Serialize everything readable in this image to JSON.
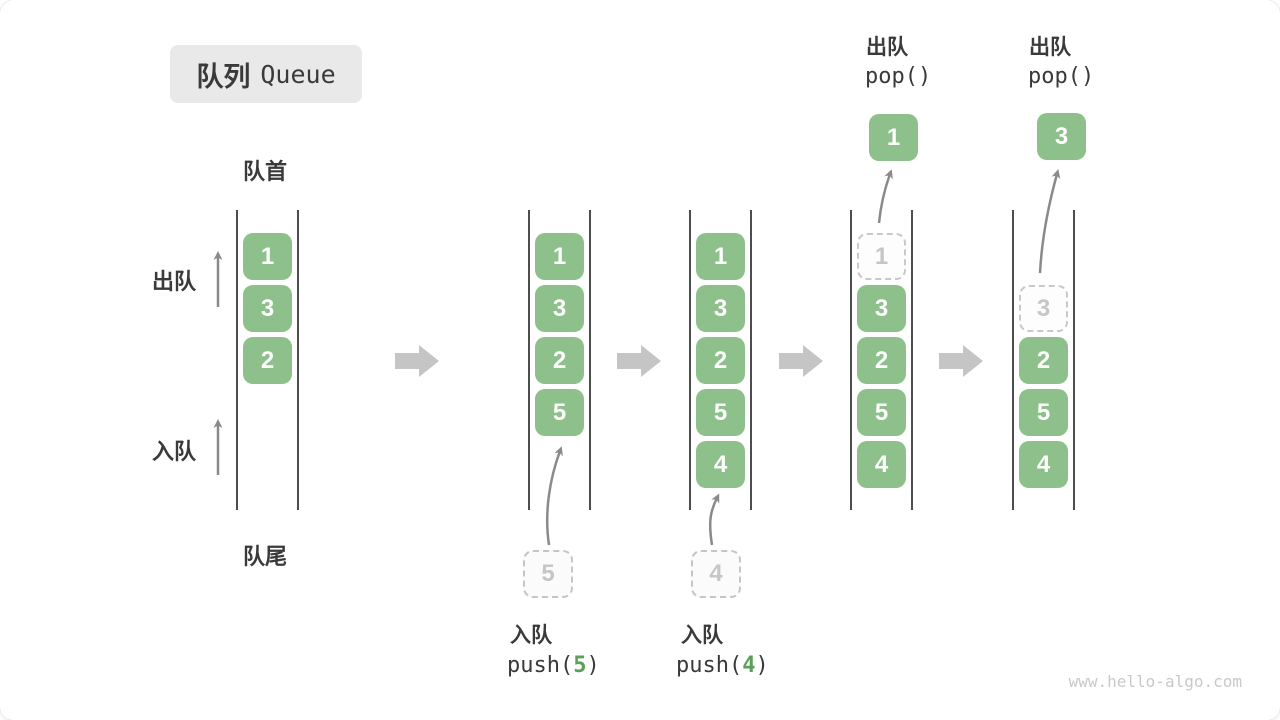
{
  "title": {
    "zh": "队列",
    "en": "Queue"
  },
  "side": {
    "front": "队首",
    "rear": "队尾",
    "dequeue": "出队",
    "enqueue": "入队"
  },
  "ops": {
    "enqueue5": {
      "label": "入队",
      "fn": "push(",
      "arg": "5",
      "close": ")"
    },
    "enqueue4": {
      "label": "入队",
      "fn": "push(",
      "arg": "4",
      "close": ")"
    },
    "dequeue1": {
      "label": "出队",
      "code": "pop()"
    },
    "dequeue3": {
      "label": "出队",
      "code": "pop()"
    }
  },
  "states": [
    {
      "boxes": [
        "1",
        "3",
        "2"
      ]
    },
    {
      "boxes": [
        "1",
        "3",
        "2",
        "5"
      ],
      "staged": "5"
    },
    {
      "boxes": [
        "1",
        "3",
        "2",
        "5",
        "4"
      ],
      "staged": "4"
    },
    {
      "boxes": [
        "1",
        "3",
        "2",
        "5",
        "4"
      ],
      "popped": "1"
    },
    {
      "boxes": [
        "3",
        "2",
        "5",
        "4"
      ],
      "popped": "3"
    }
  ],
  "colors": {
    "box_green": "#8dc08a",
    "code_green": "#5aa05a",
    "title_bg": "#e9e9e9",
    "dashed_gray": "#c9c9c9"
  },
  "watermark": "www.hello-algo.com"
}
